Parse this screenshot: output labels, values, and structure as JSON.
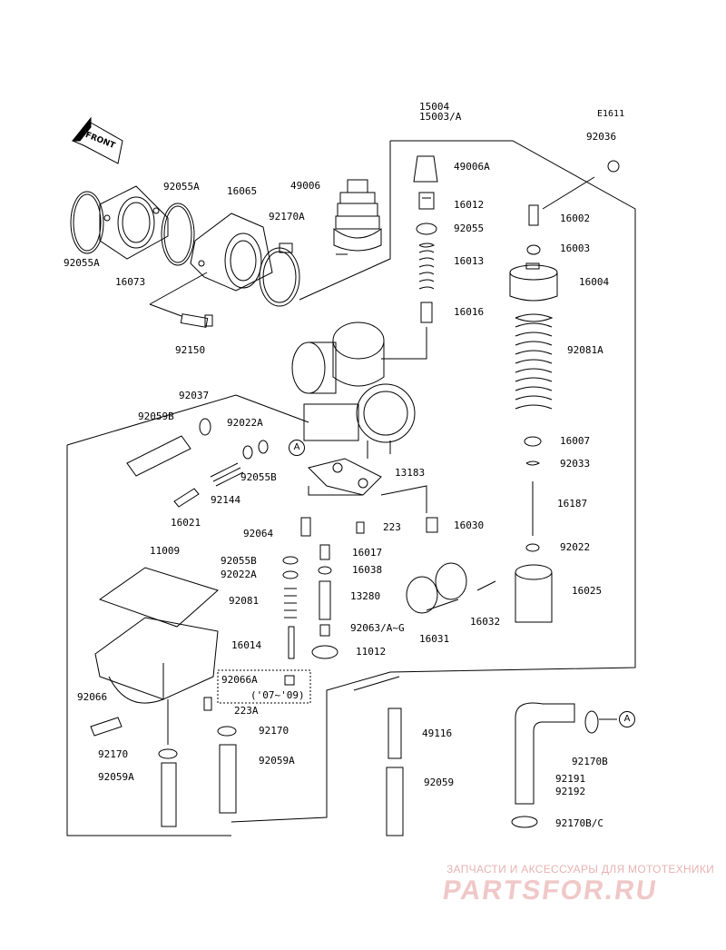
{
  "diagram_code": "E1611",
  "front_label": "FRONT",
  "callout": "A",
  "parts": {
    "p15004": "15004",
    "p15003a": "15003/A",
    "p92036": "92036",
    "p92055a_top": "92055A",
    "p16065": "16065",
    "p49006": "49006",
    "p49006a": "49006A",
    "p92170a": "92170A",
    "p92055a_left": "92055A",
    "p16073": "16073",
    "p16012": "16012",
    "p92055": "92055",
    "p16013": "16013",
    "p16016": "16016",
    "p16002": "16002",
    "p16003": "16003",
    "p16004": "16004",
    "p92081a": "92081A",
    "p92150": "92150",
    "p92037": "92037",
    "p92059b": "92059B",
    "p92022a": "92022A",
    "p92055b": "92055B",
    "p16007": "16007",
    "p92033": "92033",
    "p13183": "13183",
    "p16187": "16187",
    "p92144": "92144",
    "p16021": "16021",
    "p92064": "92064",
    "p223": "223",
    "p16030": "16030",
    "p92022": "92022",
    "p11009": "11009",
    "p92055b_2": "92055B",
    "p16017": "16017",
    "p92022a_2": "92022A",
    "p16038": "16038",
    "p16025": "16025",
    "p92081": "92081",
    "p13280": "13280",
    "p16032": "16032",
    "p92063": "92063/A~G",
    "p16031": "16031",
    "p16014": "16014",
    "p11012": "11012",
    "p92066a": "92066A",
    "p92066a_years": "('07~'09)",
    "p92066": "92066",
    "p223a": "223A",
    "p92170": "92170",
    "p49116": "49116",
    "p92170_2": "92170",
    "p92059a": "92059A",
    "p92059a_2": "92059A",
    "p92059": "92059",
    "p92170b": "92170B",
    "p92191": "92191",
    "p92192": "92192",
    "p92170bc": "92170B/C"
  },
  "watermark": {
    "tagline": "ЗАПЧАСТИ И АКСЕССУАРЫ ДЛЯ МОТОТЕХНИКИ",
    "brand": "PARTSFOR.RU"
  }
}
